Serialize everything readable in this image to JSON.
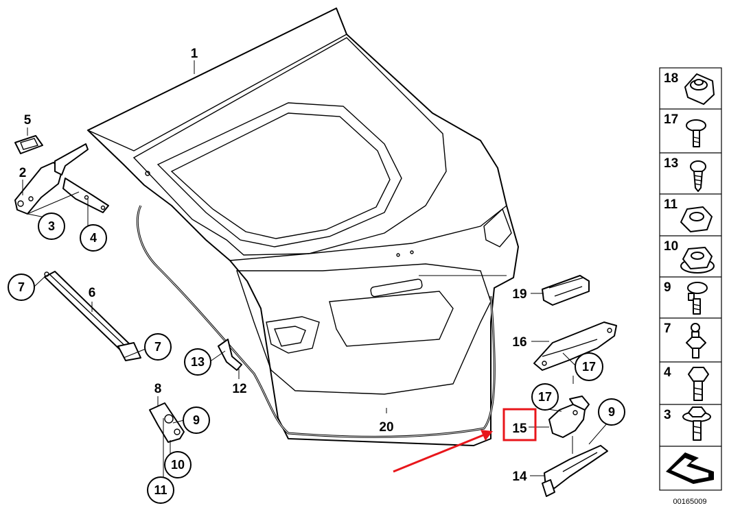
{
  "diagram": {
    "part_labels": {
      "p1": "1",
      "p2": "2",
      "p3": "3",
      "p4": "4",
      "p5": "5",
      "p6": "6",
      "p7a": "7",
      "p7b": "7",
      "p8": "8",
      "p9a": "9",
      "p10": "10",
      "p11": "11",
      "p12": "12",
      "p13": "13",
      "p14": "14",
      "p15": "15",
      "p16": "16",
      "p17a": "17",
      "p17b": "17",
      "p9b": "9",
      "p19": "19",
      "p20": "20"
    },
    "legend": [
      {
        "id": "18",
        "icon": "trim-clip-icon"
      },
      {
        "id": "17",
        "icon": "trim-screw-icon"
      },
      {
        "id": "13",
        "icon": "self-tapping-screw-icon"
      },
      {
        "id": "11",
        "icon": "hex-nut-icon"
      },
      {
        "id": "10",
        "icon": "collar-nut-icon"
      },
      {
        "id": "9",
        "icon": "torx-bolt-icon"
      },
      {
        "id": "7",
        "icon": "ball-stud-icon"
      },
      {
        "id": "4",
        "icon": "hex-bolt-icon"
      },
      {
        "id": "3",
        "icon": "flange-bolt-icon"
      }
    ],
    "footer_icon": "repair-kit-icon",
    "diagram_code": "00165009",
    "highlight_color": "#e8161b",
    "arrow_color": "#e8161b"
  }
}
